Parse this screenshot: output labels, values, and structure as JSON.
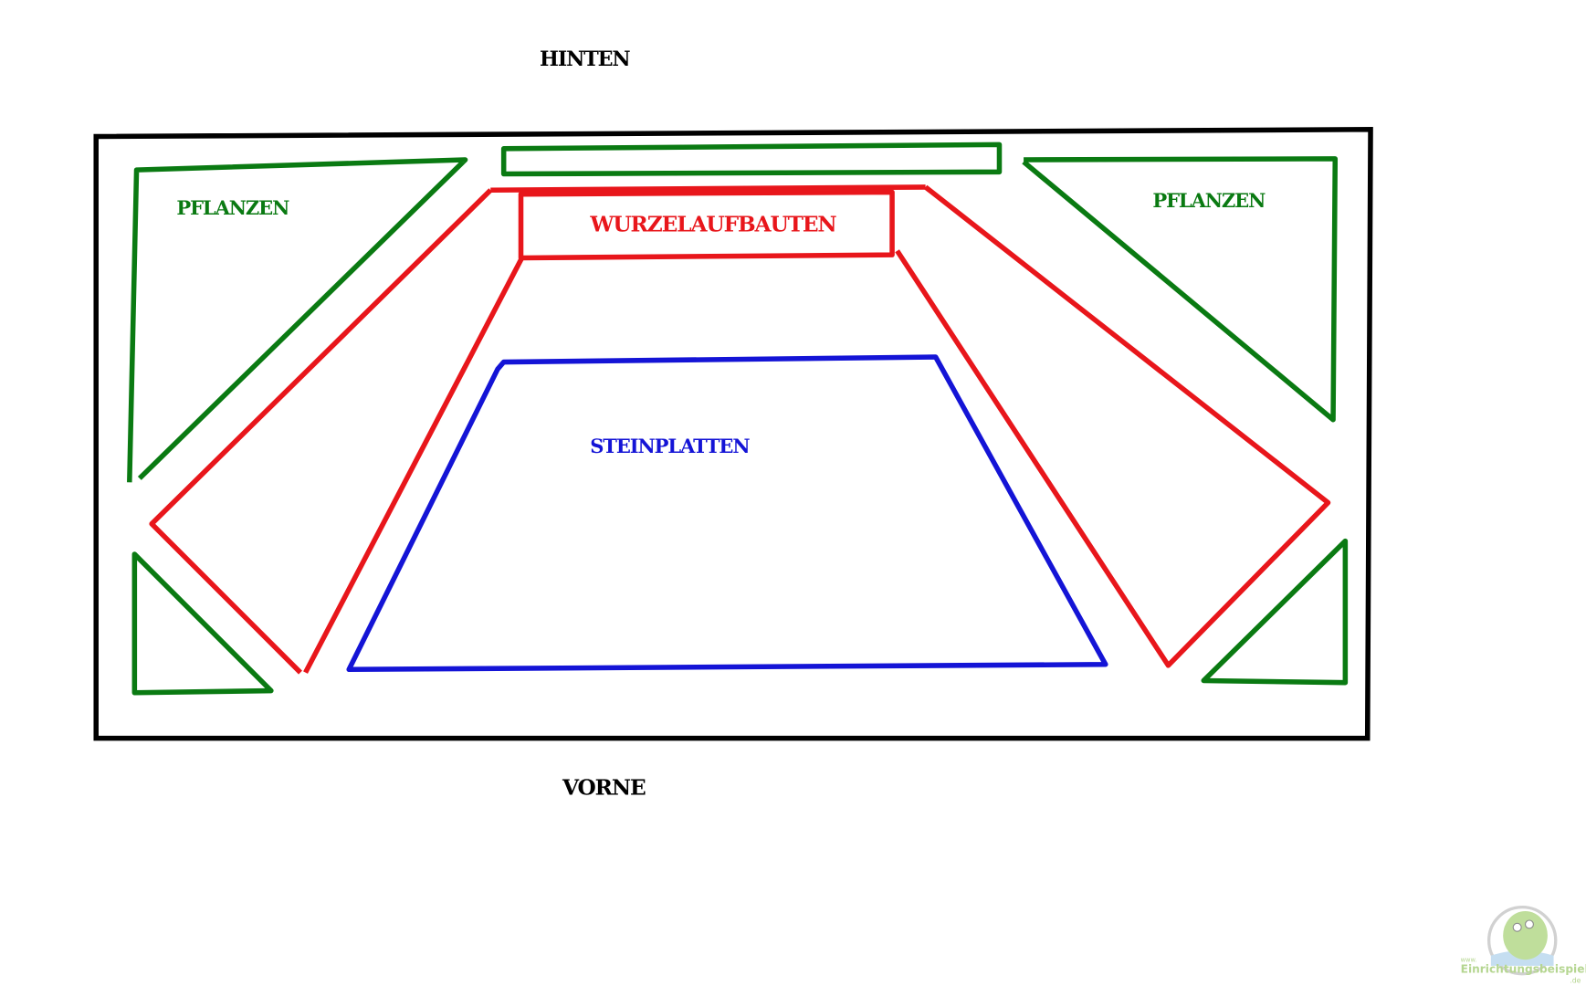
{
  "labels": {
    "back": "HINTEN",
    "front": "VORNE",
    "plants_left": "PFLANZEN",
    "plants_right": "PFLANZEN",
    "roots": "WURZELAUFBAUTEN",
    "stone": "STEINPLATTEN"
  },
  "watermark": {
    "prefix": "www.",
    "name": "Einrichtungsbeispiele",
    "suffix": ".de"
  },
  "colors": {
    "tank": "#000000",
    "plants": "#0a7a12",
    "roots": "#e8161b",
    "stone": "#1414d6"
  }
}
